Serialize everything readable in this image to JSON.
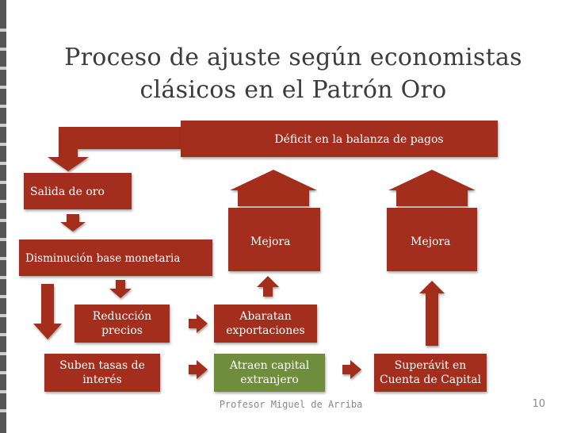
{
  "title": {
    "line1": "Proceso de ajuste según economistas",
    "line2": "clásicos en el Patrón Oro"
  },
  "boxes": {
    "deficit": "Déficit en la balanza de pagos",
    "salida": "Salida de oro",
    "disminucion": "Disminución base monetaria",
    "mejora_left": "Mejora",
    "mejora_right": "Mejora",
    "reduccion_line1": "Reducción",
    "reduccion_line2": "precios",
    "abaratan_line1": "Abaratan",
    "abaratan_line2": "exportaciones",
    "suben_line1": "Suben tasas de",
    "suben_line2": "interés",
    "atraen_line1": "Atraen capital",
    "atraen_line2": "extranjero",
    "superavit_line1": "Superávit en",
    "superavit_line2": "Cuenta de Capital"
  },
  "footer": {
    "author": "Profesor Miguel de Arriba",
    "page": "10"
  },
  "colors": {
    "box": "#a32e1e",
    "green_box": "#6f8d3d",
    "title_text": "#3c3c3c"
  }
}
